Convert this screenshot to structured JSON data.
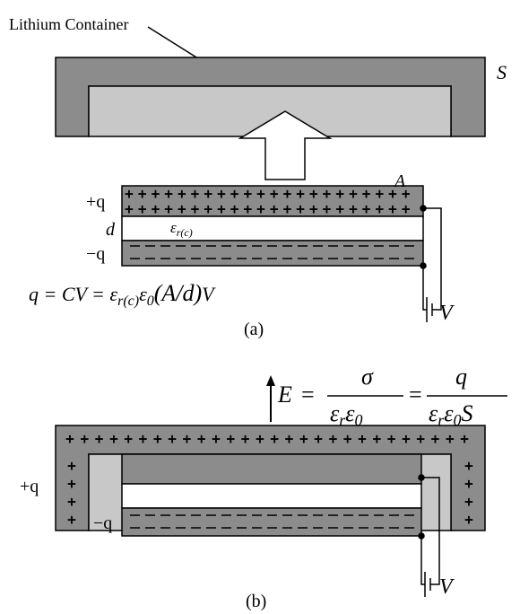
{
  "labels": {
    "container": "Lithium Container",
    "S": "S",
    "A": "A",
    "plus_q": "+q",
    "minus_q": "−q",
    "d": "d",
    "eps": "ε",
    "eps_sub": "r(c)",
    "V": "V",
    "caption_a": "(a)",
    "caption_b": "(b)"
  },
  "formula_a": {
    "lhs": "q = CV = ",
    "eps": "ε",
    "sub_r": "r",
    "sub_c": "(c)",
    "eps0": "ε",
    "sub_0": "0",
    "paren": "(A/d)",
    "V": "V"
  },
  "formula_b": {
    "E": "E",
    "eq": "=",
    "sigma": "σ",
    "q": "q",
    "den1_eps": "ε",
    "den1_r": "r",
    "den1_eps0": "ε",
    "den1_0": "0",
    "den2_eps": "ε",
    "den2_r": "r",
    "den2_eps0": "ε",
    "den2_0": "0",
    "den2_S": "S"
  },
  "colors": {
    "dark_plate": "#8c8c8c",
    "light_plate": "#c8c8c8",
    "outline": "#000000"
  }
}
